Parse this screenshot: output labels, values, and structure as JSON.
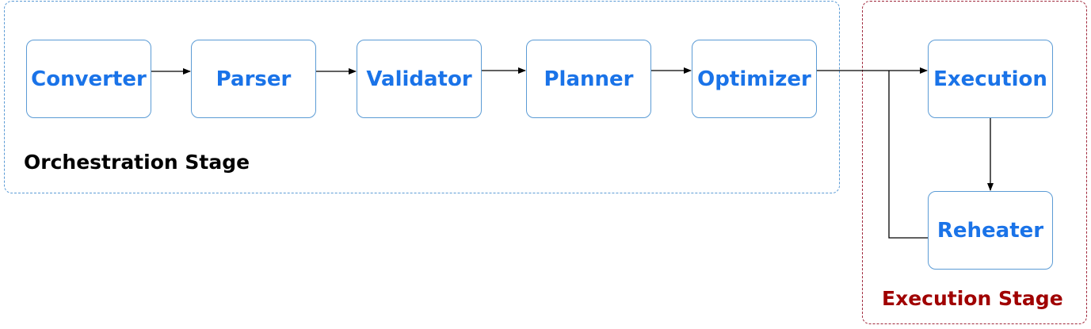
{
  "groups": {
    "orchestration": {
      "label": "Orchestration Stage",
      "border_color": "#5b9bd5",
      "label_color": "#000000"
    },
    "execution": {
      "label": "Execution Stage",
      "border_color": "#a0283c",
      "label_color": "#a00000"
    }
  },
  "nodes": {
    "converter": "Converter",
    "parser": "Parser",
    "validator": "Validator",
    "planner": "Planner",
    "optimizer": "Optimizer",
    "execution": "Execution",
    "reheater": "Reheater"
  },
  "edges": [
    {
      "from": "Converter",
      "to": "Parser"
    },
    {
      "from": "Parser",
      "to": "Validator"
    },
    {
      "from": "Validator",
      "to": "Planner"
    },
    {
      "from": "Planner",
      "to": "Optimizer"
    },
    {
      "from": "Optimizer",
      "to": "Execution"
    },
    {
      "from": "Execution",
      "to": "Reheater"
    },
    {
      "from": "Reheater",
      "to": "Execution"
    }
  ],
  "colors": {
    "node_text": "#1a73e8",
    "node_border": "#5b9bd5",
    "edge": "#000000"
  }
}
